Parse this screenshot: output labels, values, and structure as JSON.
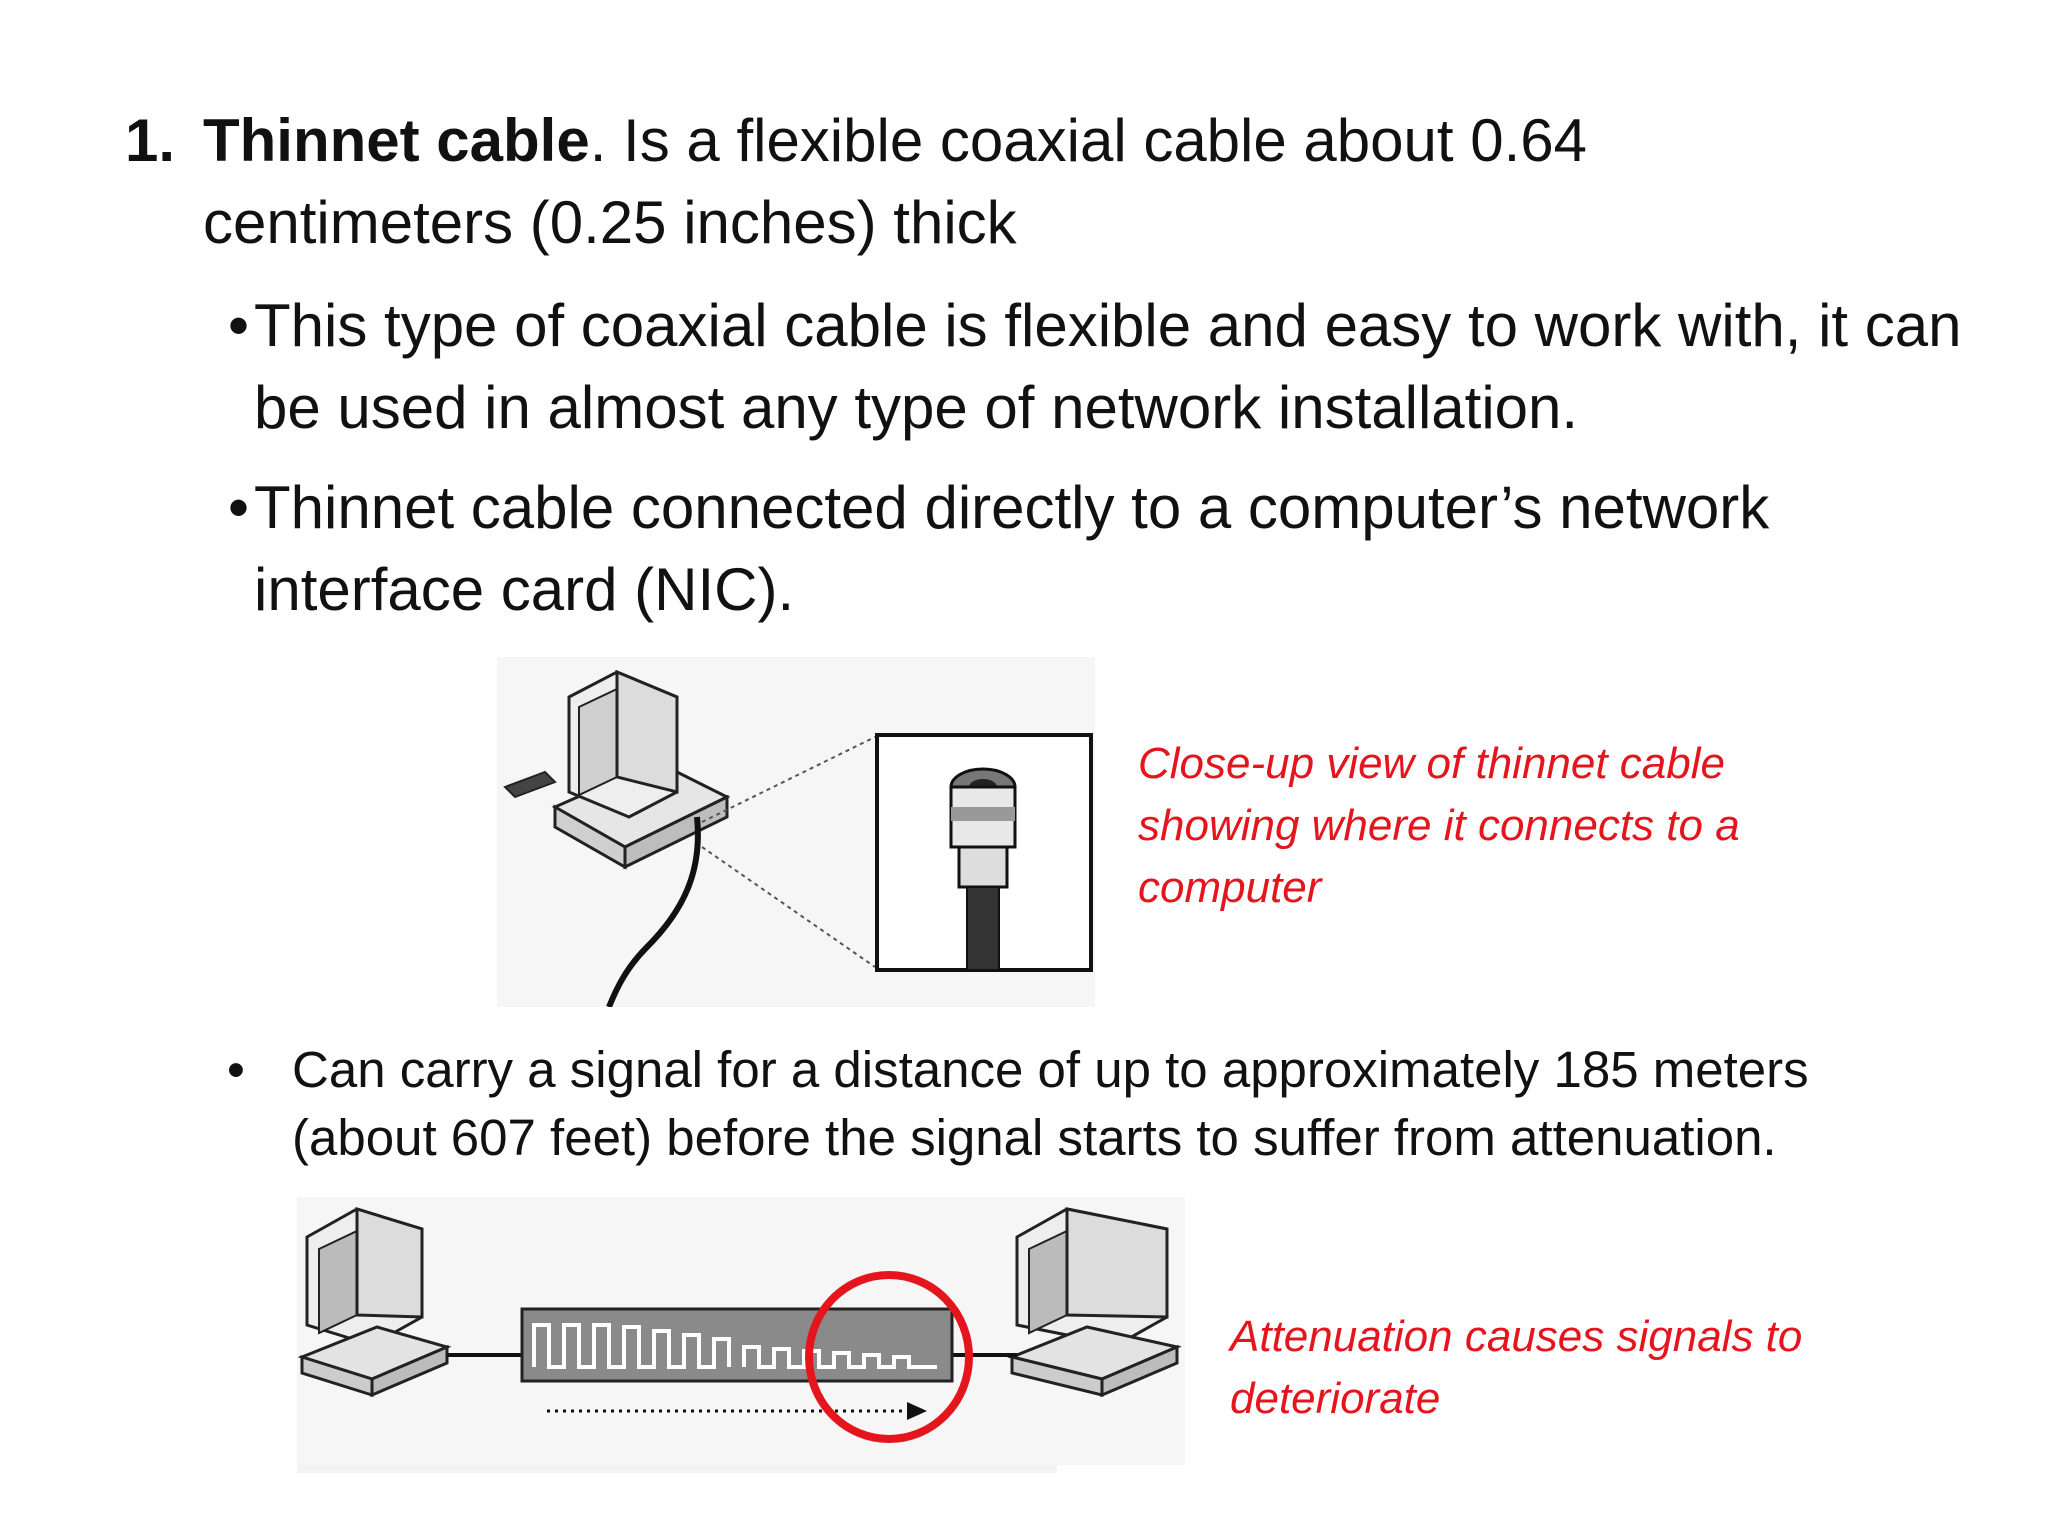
{
  "heading": {
    "number": "1.",
    "title": "Thinnet cable",
    "description": ".  Is a flexible coaxial cable about 0.64 centimeters (0.25 inches) thick"
  },
  "bullets": [
    {
      "marker": "•",
      "text": "This type of coaxial cable is flexible and easy to work with, it can be used in almost any type of network installation."
    },
    {
      "marker": "•",
      "text": "Thinnet cable connected directly to a computer’s network interface card (NIC)."
    }
  ],
  "figure1": {
    "caption": "Close-up view of thinnet cable showing where it connects to a computer",
    "illustration": "computer-with-cable-closeup"
  },
  "bullet3": {
    "marker": "•",
    "text": "Can carry a signal for a distance of up to approximately 185 meters (about 607 feet) before the signal starts to suffer from attenuation."
  },
  "figure2": {
    "caption": "Attenuation causes signals to deteriorate",
    "illustration": "two-computers-signal-attenuation",
    "highlight_color": "#e5151e"
  },
  "colors": {
    "text": "#111111",
    "caption": "#e5151e"
  }
}
